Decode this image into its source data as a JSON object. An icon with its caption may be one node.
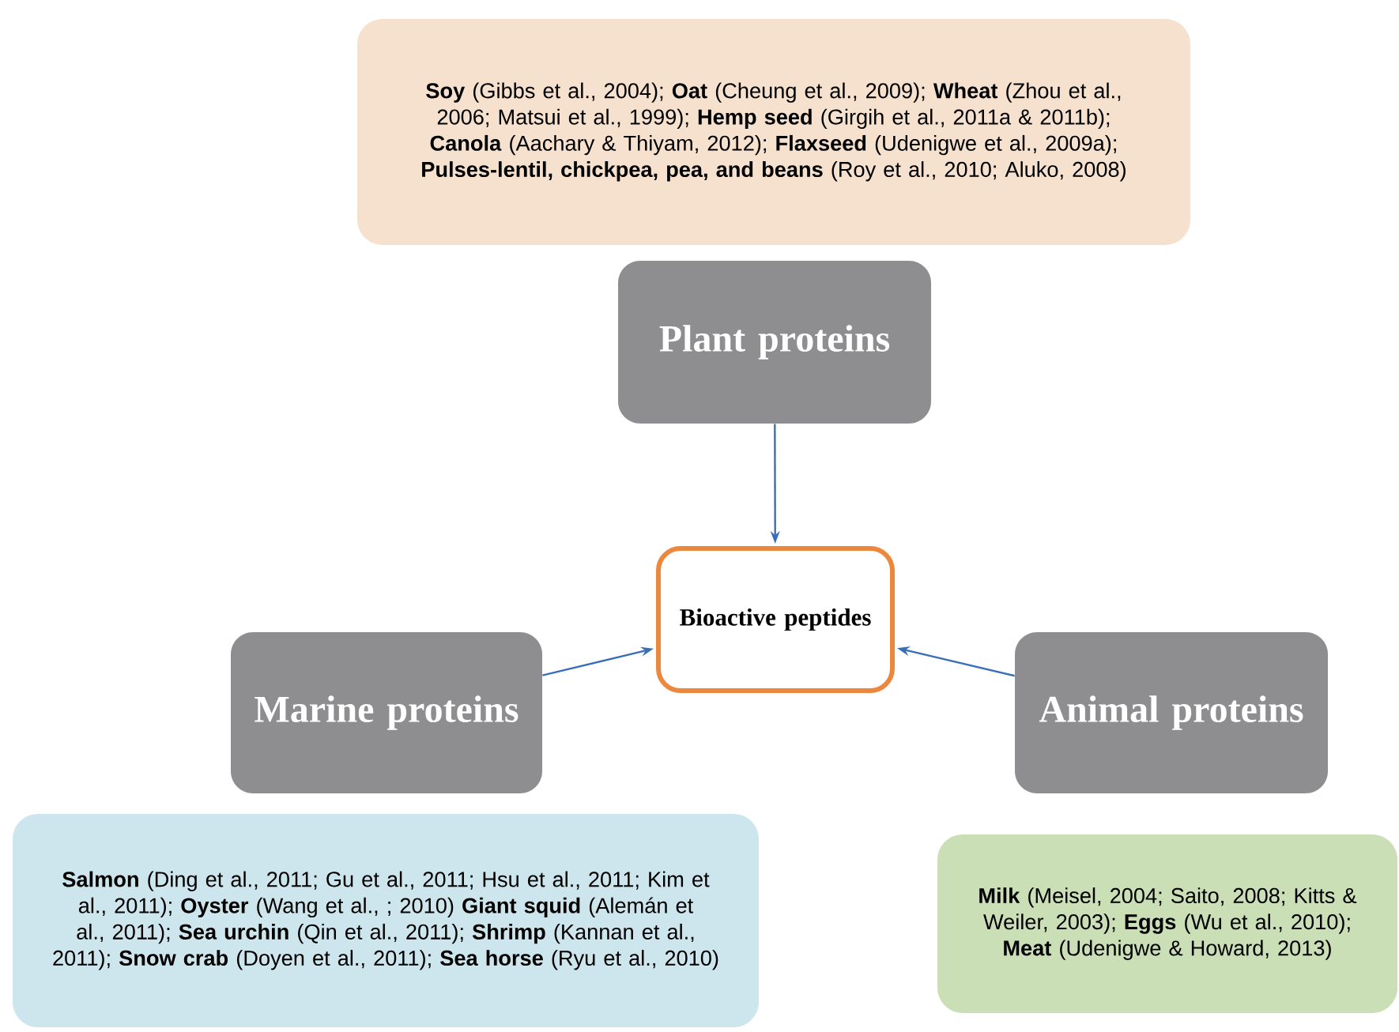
{
  "diagram": {
    "nodes": [
      {
        "text": [
          "**Soy** (Gibbs et al., 2004); **Oat** (Cheung et al., 2009); **Wheat** (Zhou et al., 2006; Matsui et al., 1999); **Hemp seed** (Girgih et al., 2011a & 2011b); **Canola** (Aachary & Thiyam, 2012); **Flaxseed** (Udenigwe et al., 2009a); **Pulses-lentil, chickpea, pea, and beans** (Roy et al., 2010; Aluko, 2008)"
        ]
      },
      {
        "text": [
          "Plant proteins"
        ]
      },
      {
        "text": [
          "Bioactive peptides"
        ]
      },
      {
        "text": [
          "Marine proteins"
        ]
      },
      {
        "text": [
          "Animal proteins"
        ]
      },
      {
        "text": [
          "**Salmon** (Ding et al., 2011; Gu et al., 2011; Hsu et al., 2011; Kim et al., 2011); **Oyster** (Wang et al., ; 2010) **Giant squid** (Alemán et al., 2011); **Sea urchin** (Qin et al., 2011); **Shrimp** (Kannan et al., 2011); **Snow crab** (Doyen et al., 2011); **Sea horse** (Ryu et al., 2010)"
        ]
      },
      {
        "text": [
          "**Milk** (Meisel, 2004; Saito, 2008; Kitts & Weiler, 2003); **Eggs** (Wu et al., 2010); **Meat** (Udenigwe & Howard, 2013)"
        ]
      }
    ],
    "edges": [
      {
        "from": 1,
        "to": 2,
        "arrow": "to"
      },
      {
        "from": 3,
        "to": 2,
        "arrow": "to"
      },
      {
        "from": 4,
        "to": 2,
        "arrow": "to"
      }
    ]
  }
}
